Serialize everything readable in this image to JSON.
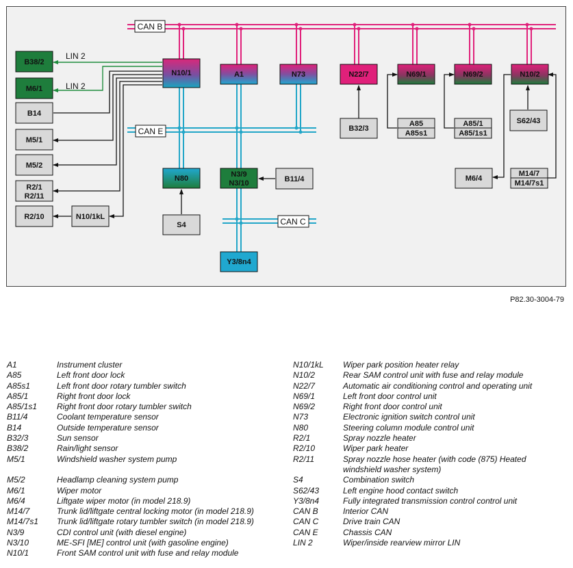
{
  "figure_ref": "P82.30-3004-79",
  "colors": {
    "can_b": "#e0207a",
    "can_ce": "#22a6c8",
    "lin": "#1e8c3c",
    "wire": "#111111",
    "gray_box": "#d9d9d9",
    "green_box": "#1e7d3c"
  },
  "bus_labels": {
    "can_b": "CAN B",
    "can_e": "CAN E",
    "can_c": "CAN C",
    "lin_1": "LIN 2",
    "lin_2": "LIN 2"
  },
  "components": {
    "B38_2": "B38/2",
    "M6_1": "M6/1",
    "B14": "B14",
    "M5_1": "M5/1",
    "M5_2": "M5/2",
    "R2_1": "R2/1",
    "R2_11": "R2/11",
    "R2_10": "R2/10",
    "N10_1kL": "N10/1kL",
    "N10_1": "N10/1",
    "N80": "N80",
    "S4": "S4",
    "A1": "A1",
    "N3_9": "N3/9",
    "N3_10": "N3/10",
    "B11_4": "B11/4",
    "Y3_8n4": "Y3/8n4",
    "N73": "N73",
    "N22_7": "N22/7",
    "B32_3": "B32/3",
    "N69_1": "N69/1",
    "A85": "A85",
    "A85s1": "A85s1",
    "N69_2": "N69/2",
    "A85_1": "A85/1",
    "A85_1s1": "A85/1s1",
    "N10_2": "N10/2",
    "S62_43": "S62/43",
    "M6_4": "M6/4",
    "M14_7": "M14/7",
    "M14_7s1": "M14/7s1"
  },
  "legend_left": [
    {
      "code": "A1",
      "desc": "Instrument cluster"
    },
    {
      "code": "A85",
      "desc": "Left front door lock"
    },
    {
      "code": "A85s1",
      "desc": "Left front door rotary tumbler switch"
    },
    {
      "code": "A85/1",
      "desc": "Right front door lock"
    },
    {
      "code": "A85/1s1",
      "desc": "Right front door rotary tumbler switch"
    },
    {
      "code": "B11/4",
      "desc": "Coolant temperature sensor"
    },
    {
      "code": "B14",
      "desc": "Outside temperature sensor"
    },
    {
      "code": "B32/3",
      "desc": "Sun sensor"
    },
    {
      "code": "B38/2",
      "desc": "Rain/light sensor"
    },
    {
      "code": "M5/1",
      "desc": "Windshield washer system pump"
    },
    {
      "code": "",
      "desc": ""
    },
    {
      "code": "M5/2",
      "desc": "Headlamp cleaning system pump"
    },
    {
      "code": "M6/1",
      "desc": "Wiper motor"
    },
    {
      "code": "M6/4",
      "desc": "Liftgate wiper motor (in model 218.9)"
    },
    {
      "code": "M14/7",
      "desc": "Trunk lid/liftgate central locking motor (in model 218.9)"
    },
    {
      "code": "M14/7s1",
      "desc": "Trunk lid/liftgate rotary tumbler switch (in model 218.9)"
    },
    {
      "code": "N3/9",
      "desc": "CDI control unit (with diesel engine)"
    },
    {
      "code": "N3/10",
      "desc": "ME-SFI [ME] control unit (with gasoline engine)"
    },
    {
      "code": "N10/1",
      "desc": "Front SAM control unit with fuse and relay module"
    }
  ],
  "legend_right": [
    {
      "code": "N10/1kL",
      "desc": "Wiper park position heater relay"
    },
    {
      "code": "N10/2",
      "desc": "Rear SAM control unit with fuse and relay module"
    },
    {
      "code": "N22/7",
      "desc": "Automatic air conditioning control and operating unit"
    },
    {
      "code": "N69/1",
      "desc": "Left front door control unit"
    },
    {
      "code": "N69/2",
      "desc": "Right front door control unit"
    },
    {
      "code": "N73",
      "desc": "Electronic ignition switch control unit"
    },
    {
      "code": "N80",
      "desc": "Steering column module control unit"
    },
    {
      "code": "R2/1",
      "desc": "Spray nozzle heater"
    },
    {
      "code": "R2/10",
      "desc": "Wiper park heater"
    },
    {
      "code": "R2/11",
      "desc": "Spray nozzle hose heater (with code (875) Heated"
    },
    {
      "code": "",
      "desc": "windshield washer system)"
    },
    {
      "code": "S4",
      "desc": "Combination switch"
    },
    {
      "code": "S62/43",
      "desc": "Left engine hood contact switch"
    },
    {
      "code": "Y3/8n4",
      "desc": "Fully integrated transmission control control unit"
    },
    {
      "code": "CAN B",
      "desc": "Interior CAN"
    },
    {
      "code": "CAN C",
      "desc": "Drive train CAN"
    },
    {
      "code": "CAN E",
      "desc": "Chassis CAN"
    },
    {
      "code": "LIN 2",
      "desc": "Wiper/inside rearview mirror LIN"
    }
  ]
}
